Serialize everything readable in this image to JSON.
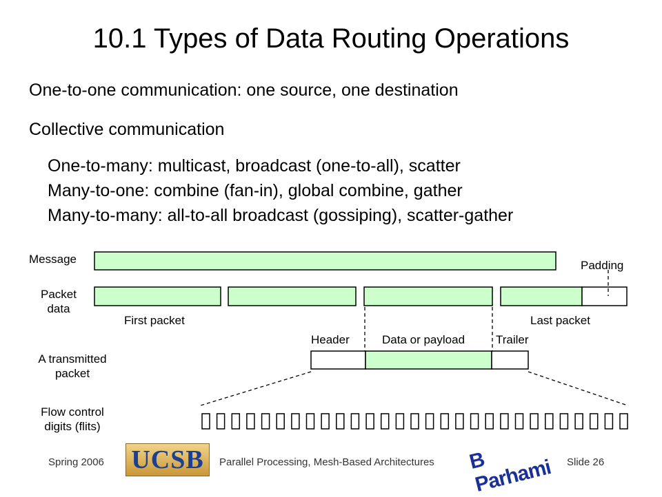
{
  "title": "10.1  Types of Data Routing Operations",
  "bullets": [
    "One-to-one communication: one source, one destination",
    "Collective communication"
  ],
  "sub_bullets": [
    "One-to-many: multicast, broadcast (one-to-all), scatter",
    "Many-to-one: combine (fan-in), global combine, gather",
    "Many-to-many: all-to-all broadcast (gossiping), scatter-gather"
  ],
  "diagram": {
    "row_labels": {
      "message": "Message",
      "packet_data_1": "Packet",
      "packet_data_2": "data",
      "transmitted_1": "A transmitted",
      "transmitted_2": "packet",
      "flits_1": "Flow control",
      "flits_2": "digits (flits)"
    },
    "annotations": {
      "padding": "Padding",
      "first_packet": "First packet",
      "last_packet": "Last packet",
      "header": "Header",
      "payload": "Data or payload",
      "trailer": "Trailer"
    },
    "colors": {
      "data_fill": "#ccffcc",
      "empty_fill": "#ffffff",
      "stroke": "#000000"
    },
    "flit_count": 29
  },
  "footer": {
    "left": "Spring  2006",
    "center": "Parallel Processing, Mesh-Based Architectures",
    "right": "Slide 26"
  },
  "logos": {
    "ucsb": "UCSB",
    "author": "B Parhami"
  }
}
